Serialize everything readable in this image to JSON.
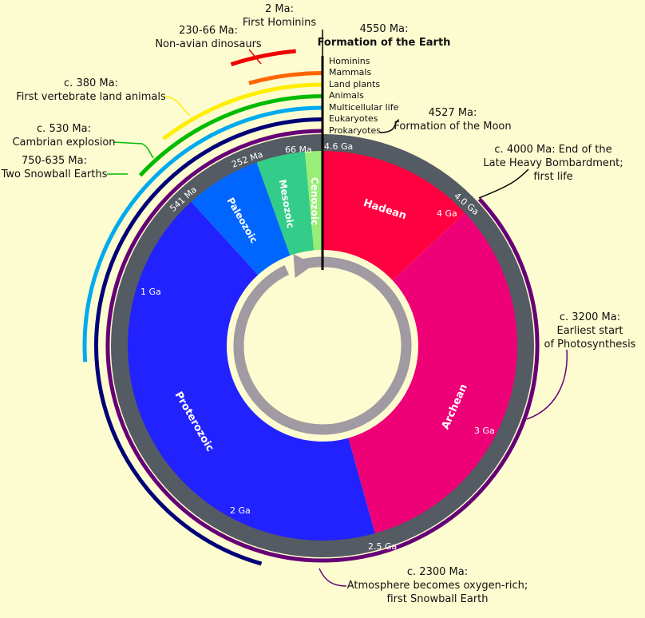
{
  "diagram": {
    "total_ma": 4600,
    "eons": [
      {
        "name": "Hadean",
        "from_ma": 4600,
        "to_ma": 4000,
        "color": "#ff0040"
      },
      {
        "name": "Archean",
        "from_ma": 4000,
        "to_ma": 2500,
        "color": "#ee0077"
      },
      {
        "name": "Proterozoic",
        "from_ma": 2500,
        "to_ma": 541,
        "color": "#2222ff"
      },
      {
        "name": "Paleozoic",
        "from_ma": 541,
        "to_ma": 252,
        "color": "#0066ff"
      },
      {
        "name": "Mesozoic",
        "from_ma": 252,
        "to_ma": 66,
        "color": "#33cc88"
      },
      {
        "name": "Cenozoic",
        "from_ma": 66,
        "to_ma": 0,
        "color": "#99ee77"
      }
    ],
    "ticks": [
      {
        "label": "4.6 Ga",
        "ma": 4600
      },
      {
        "label": "4.0 Ga",
        "ma": 4000
      },
      {
        "label": "4 Ga",
        "ma": 4000
      },
      {
        "label": "3 Ga",
        "ma": 3000
      },
      {
        "label": "2.5 Ga",
        "ma": 2500
      },
      {
        "label": "2 Ga",
        "ma": 2000
      },
      {
        "label": "1 Ga",
        "ma": 1000
      },
      {
        "label": "541 Ma",
        "ma": 541
      },
      {
        "label": "252 Ma",
        "ma": 252
      },
      {
        "label": "66 Ma",
        "ma": 66
      }
    ],
    "life_arcs": [
      {
        "name": "Prokaryotes",
        "from_ma": 4000,
        "to_ma": 0,
        "color": "#660077"
      },
      {
        "name": "Eukaryotes",
        "from_ma": 2100,
        "to_ma": 0,
        "color": "#000077"
      },
      {
        "name": "Multicellular life",
        "from_ma": 1200,
        "to_ma": 0,
        "color": "#00aaee"
      },
      {
        "name": "Animals",
        "from_ma": 600,
        "to_ma": 0,
        "color": "#00bb00"
      },
      {
        "name": "Land plants",
        "from_ma": 480,
        "to_ma": 0,
        "color": "#ffee00"
      },
      {
        "name": "Mammals",
        "from_ma": 200,
        "to_ma": 0,
        "color": "#ff6600"
      },
      {
        "name": "Hominins",
        "from_ma": 2,
        "to_ma": 0,
        "color": "#cc0033"
      }
    ],
    "dino_arc": {
      "from_ma": 230,
      "to_ma": 66,
      "color": "#ee0000"
    },
    "events": {
      "hominins": {
        "line1": "2 Ma:",
        "line2": "First Hominins"
      },
      "dinosaurs": {
        "line1": "230-66 Ma:",
        "line2": "Non-avian dinosaurs"
      },
      "earth": {
        "line1": "4550 Ma:",
        "line2": "Formation of the Earth"
      },
      "land_animals": {
        "line1": "c. 380 Ma:",
        "line2": "First vertebrate land animals"
      },
      "cambrian": {
        "line1": "c. 530 Ma:",
        "line2": "Cambrian explosion"
      },
      "snowball": {
        "line1": "750-635 Ma:",
        "line2": "Two Snowball Earths"
      },
      "moon": {
        "line1": "4527 Ma:",
        "line2": "Formation of the Moon"
      },
      "bombardment": {
        "line1": "c. 4000 Ma: End of the",
        "line2": "Late Heavy Bombardment;",
        "line3": "first life"
      },
      "photosynthesis": {
        "line1": "c. 3200 Ma:",
        "line2": "Earliest start",
        "line3": "of Photosynthesis"
      },
      "oxygen": {
        "line1": "c. 2300 Ma:",
        "line2": "Atmosphere becomes oxygen-rich;",
        "line3": "first Snowball Earth"
      }
    }
  }
}
